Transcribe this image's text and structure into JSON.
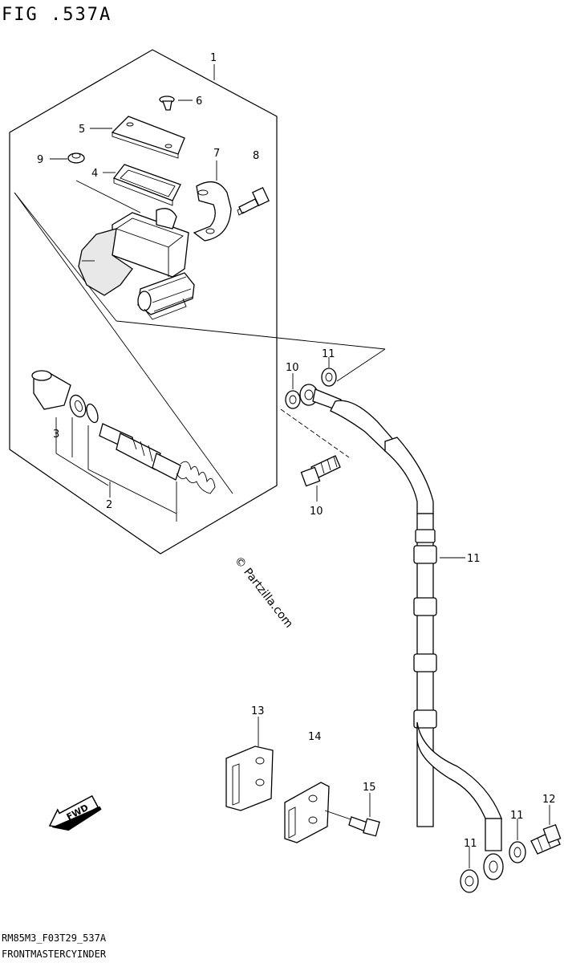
{
  "figure": {
    "title": "FIG .537A",
    "code": "RM85M3_F03T29_537A",
    "caption": "FRONTMASTERCYINDER"
  },
  "watermark": "© Partzilla.com",
  "fwd_label": "FWD",
  "callouts": [
    {
      "id": "c1",
      "label": "1"
    },
    {
      "id": "c2",
      "label": "2"
    },
    {
      "id": "c3",
      "label": "3"
    },
    {
      "id": "c4",
      "label": "4"
    },
    {
      "id": "c5",
      "label": "5"
    },
    {
      "id": "c6",
      "label": "6"
    },
    {
      "id": "c7",
      "label": "7"
    },
    {
      "id": "c8",
      "label": "8"
    },
    {
      "id": "c9",
      "label": "9"
    },
    {
      "id": "c10a",
      "label": "10"
    },
    {
      "id": "c10b",
      "label": "10"
    },
    {
      "id": "c11a",
      "label": "11"
    },
    {
      "id": "c11b",
      "label": "11"
    },
    {
      "id": "c11c",
      "label": "11"
    },
    {
      "id": "c11d",
      "label": "11"
    },
    {
      "id": "c12",
      "label": "12"
    },
    {
      "id": "c13",
      "label": "13"
    },
    {
      "id": "c14",
      "label": "14"
    },
    {
      "id": "c15",
      "label": "15"
    }
  ]
}
